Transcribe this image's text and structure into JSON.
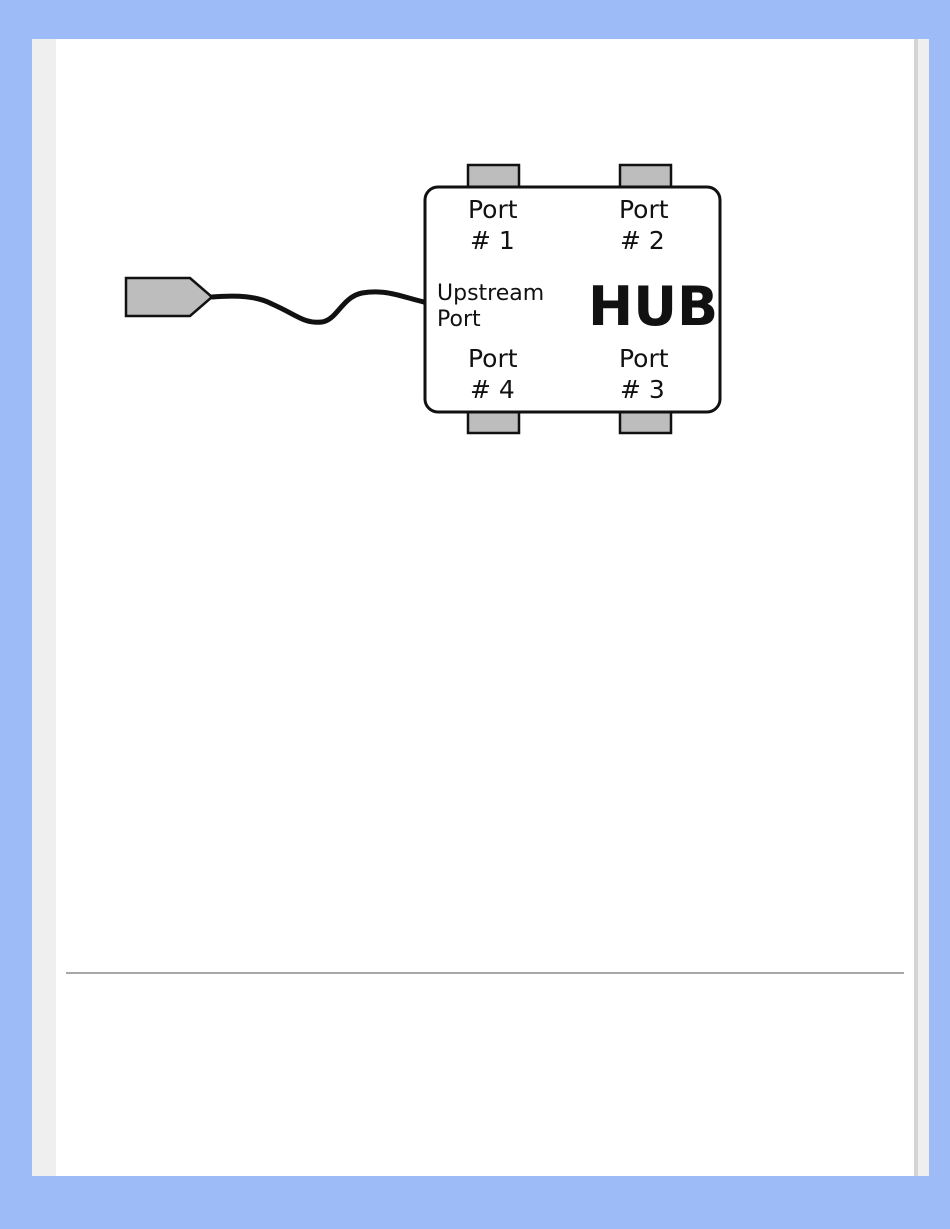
{
  "hub": {
    "title": "HUB",
    "upstream_line1": "Upstream",
    "upstream_line2": "Port",
    "ports": [
      {
        "line1": "Port",
        "line2": "# 1"
      },
      {
        "line1": "Port",
        "line2": "# 2"
      },
      {
        "line1": "Port",
        "line2": "# 4"
      },
      {
        "line1": "Port",
        "line2": "# 3"
      }
    ]
  },
  "colors": {
    "frame": "#9dbcf7",
    "connector_fill": "#bdbdbd",
    "outline": "#111111"
  }
}
